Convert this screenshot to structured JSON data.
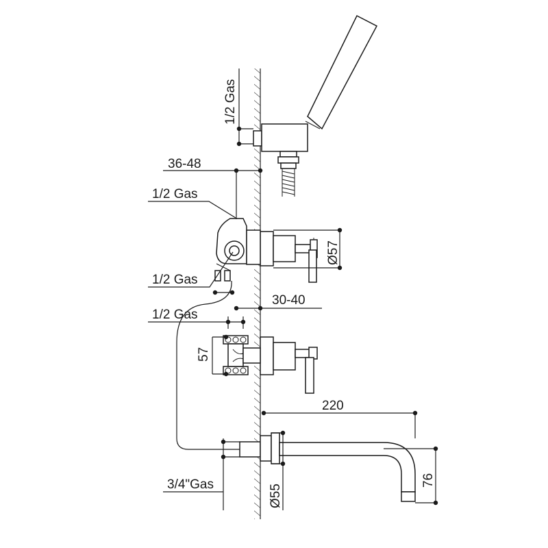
{
  "labels": {
    "gas_top": "1/2 Gas",
    "dim_36_48": "36-48",
    "gas_1": "1/2 Gas",
    "dia_57": "Ø57",
    "gas_2": "1/2 Gas",
    "dim_30_40": "30-40",
    "gas_3": "1/2 Gas",
    "dim_57": "57",
    "dim_220": "220",
    "dim_76": "76",
    "gas_34": "3/4\"Gas",
    "dia_55": "Ø55"
  },
  "colors": {
    "line": "#1a1a1a",
    "background": "#ffffff"
  }
}
